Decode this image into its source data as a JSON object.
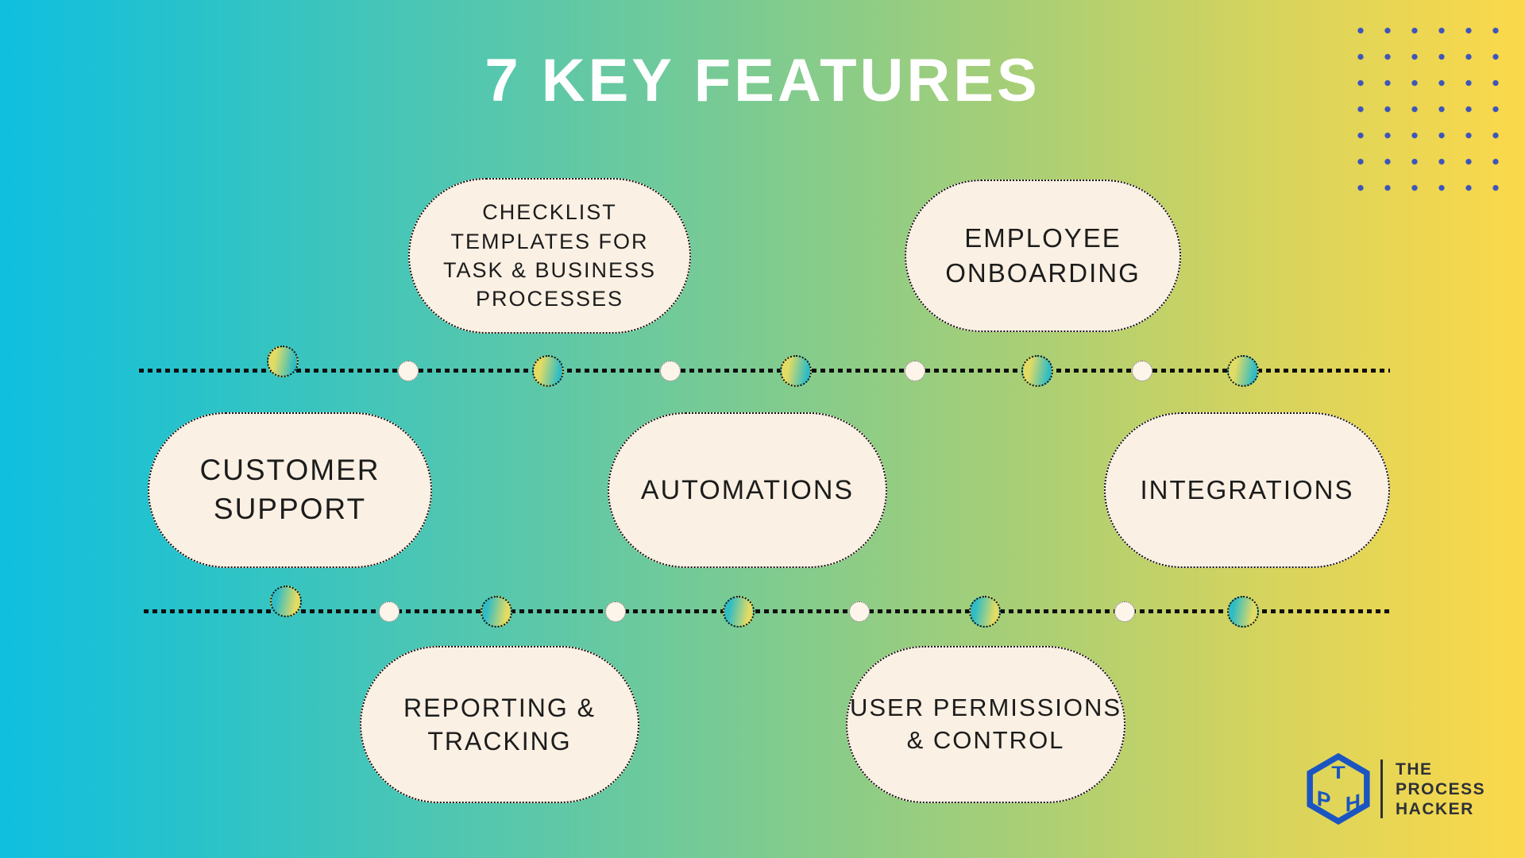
{
  "title": "7 KEY FEATURES",
  "features": [
    {
      "id": "checklist-templates",
      "label": "CHECKLIST\nTEMPLATES FOR\nTASK & BUSINESS\nPROCESSES"
    },
    {
      "id": "employee-onboarding",
      "label": "EMPLOYEE\nONBOARDING"
    },
    {
      "id": "customer-support",
      "label": "CUSTOMER\nSUPPORT"
    },
    {
      "id": "automations",
      "label": "AUTOMATIONS"
    },
    {
      "id": "integrations",
      "label": "INTEGRATIONS"
    },
    {
      "id": "reporting-tracking",
      "label": "REPORTING &\nTRACKING"
    },
    {
      "id": "user-permissions-control",
      "label": "USER PERMISSIONS\n& CONTROL"
    }
  ],
  "brand": {
    "name_line1": "THE",
    "name_line2": "PROCESS",
    "name_line3": "HACKER",
    "cube_letters": {
      "top": "T",
      "left": "P",
      "right": "H"
    }
  },
  "colors": {
    "background_gradient_left": "#0fbfdf",
    "background_gradient_right": "#fcd84a",
    "bubble_fill": "#faf0e3",
    "bubble_border": "#141414",
    "title_text": "#ffffff",
    "label_text": "#1c1c1c",
    "dot_grid_blue": "#3d55bb",
    "logo_blue": "#1b55c2",
    "brand_text": "#2e3138",
    "node_gradient_yellow": "#e3dc64",
    "node_gradient_teal": "#2fbcc4"
  }
}
